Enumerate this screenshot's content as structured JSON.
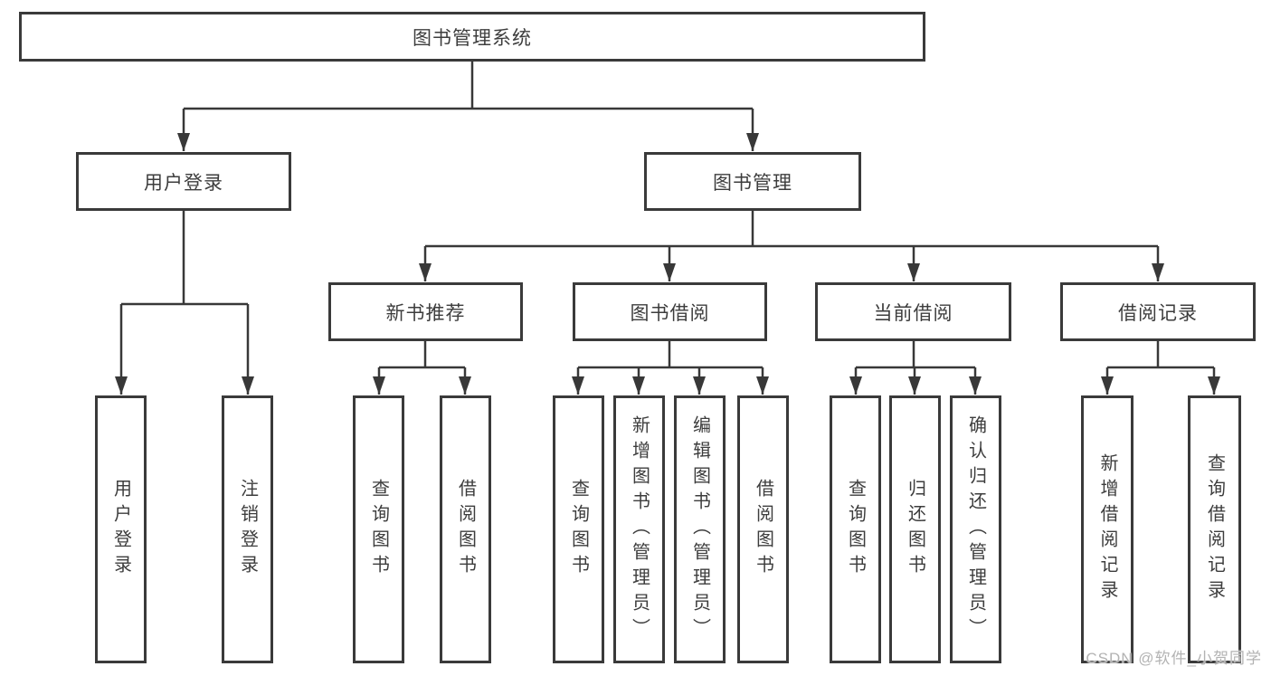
{
  "diagram": {
    "type": "hierarchy-tree",
    "orientation": "top-down",
    "colors": {
      "background": "#ffffff",
      "line": "#3a3a3a",
      "box_border": "#3a3a3a",
      "box_fill": "#ffffff",
      "text": "#3d3d3d",
      "watermark_text": "#b3b3b3"
    },
    "watermark": "CSDN @软件_小贺同学"
  },
  "tree": {
    "label": "图书管理系统",
    "children": [
      {
        "label": "用户登录",
        "children": [
          {
            "label": "用户登录"
          },
          {
            "label": "注销登录"
          }
        ]
      },
      {
        "label": "图书管理",
        "children": [
          {
            "label": "新书推荐",
            "children": [
              {
                "label": "查询图书"
              },
              {
                "label": "借阅图书"
              }
            ]
          },
          {
            "label": "图书借阅",
            "children": [
              {
                "label": "查询图书"
              },
              {
                "label": "新增图书（管理员）"
              },
              {
                "label": "编辑图书（管理员）"
              },
              {
                "label": "借阅图书"
              }
            ]
          },
          {
            "label": "当前借阅",
            "children": [
              {
                "label": "查询图书"
              },
              {
                "label": "归还图书"
              },
              {
                "label": "确认归还（管理员）"
              }
            ]
          },
          {
            "label": "借阅记录",
            "children": [
              {
                "label": "新增借阅记录"
              },
              {
                "label": "查询借阅记录"
              }
            ]
          }
        ]
      }
    ]
  }
}
